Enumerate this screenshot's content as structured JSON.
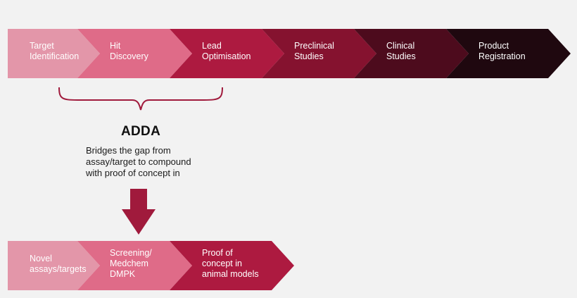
{
  "pipeline": {
    "steps": [
      {
        "label": "Target\nIdentification",
        "color": "#e396a9"
      },
      {
        "label": "Hit\nDiscovery",
        "color": "#df6b88"
      },
      {
        "label": "Lead\nOptimisation",
        "color": "#ad1a40"
      },
      {
        "label": "Preclinical\nStudies",
        "color": "#85122f"
      },
      {
        "label": "Clinical\nStudies",
        "color": "#4d0b1d"
      },
      {
        "label": "Product\nRegistration",
        "color": "#1f080f"
      }
    ]
  },
  "adda": {
    "title": "ADDA",
    "description": "Bridges the gap from assay/target to compound with proof of concept in",
    "bracket_color": "#a01a3c",
    "arrow_color": "#a01a3c"
  },
  "sub_pipeline": {
    "steps": [
      {
        "label": "Novel\nassays/targets",
        "color": "#e396a9"
      },
      {
        "label": "Screening/\nMedchem\nDMPK",
        "color": "#df6b88"
      },
      {
        "label": "Proof of\nconcept in\nanimal models",
        "color": "#ad1a40"
      }
    ]
  }
}
